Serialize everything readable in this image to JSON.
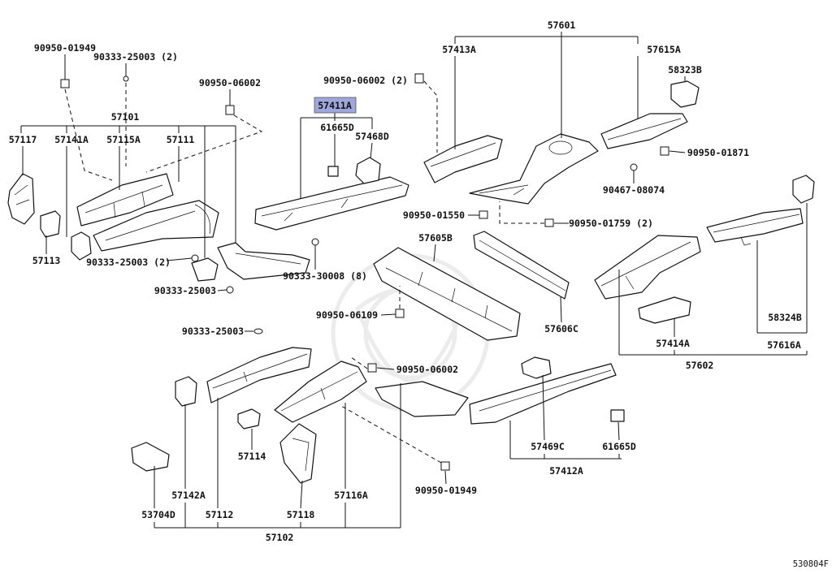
{
  "figure_code": "530804F",
  "highlight_color": "#9ea6dc",
  "callouts": {
    "n90950_01949_a": "90950-01949",
    "n90333_25003_2_a": "90333-25003 (2)",
    "n90950_06002_a": "90950-06002",
    "n57101": "57101",
    "n57117": "57117",
    "n57141A": "57141A",
    "n57115A": "57115A",
    "n57111": "57111",
    "n57113": "57113",
    "n90333_25003_2_b": "90333-25003 (2)",
    "n90333_25003_a": "90333-25003",
    "n57411A": "57411A",
    "n61665D_a": "61665D",
    "n57468D": "57468D",
    "n90950_06002_2": "90950-06002 (2)",
    "n90333_30008_8": "90333-30008 (8)",
    "n57601": "57601",
    "n57413A": "57413A",
    "n57615A": "57615A",
    "n58323B": "58323B",
    "n90950_01871": "90950-01871",
    "n90467_08074": "90467-08074",
    "n90950_01550": "90950-01550",
    "n90950_01759_2": "90950-01759 (2)",
    "n57605B": "57605B",
    "n90950_06109": "90950-06109",
    "n57606C": "57606C",
    "n58324B": "58324B",
    "n57414A": "57414A",
    "n57616A": "57616A",
    "n57602": "57602",
    "n90333_25003_b": "90333-25003",
    "n90950_06002_b": "90950-06002",
    "n57114": "57114",
    "n57142A": "57142A",
    "n53704D": "53704D",
    "n57112": "57112",
    "n57118": "57118",
    "n57116A": "57116A",
    "n57102": "57102",
    "n90950_01949_b": "90950-01949",
    "n57469C": "57469C",
    "n61665D_b": "61665D",
    "n57412A": "57412A"
  }
}
